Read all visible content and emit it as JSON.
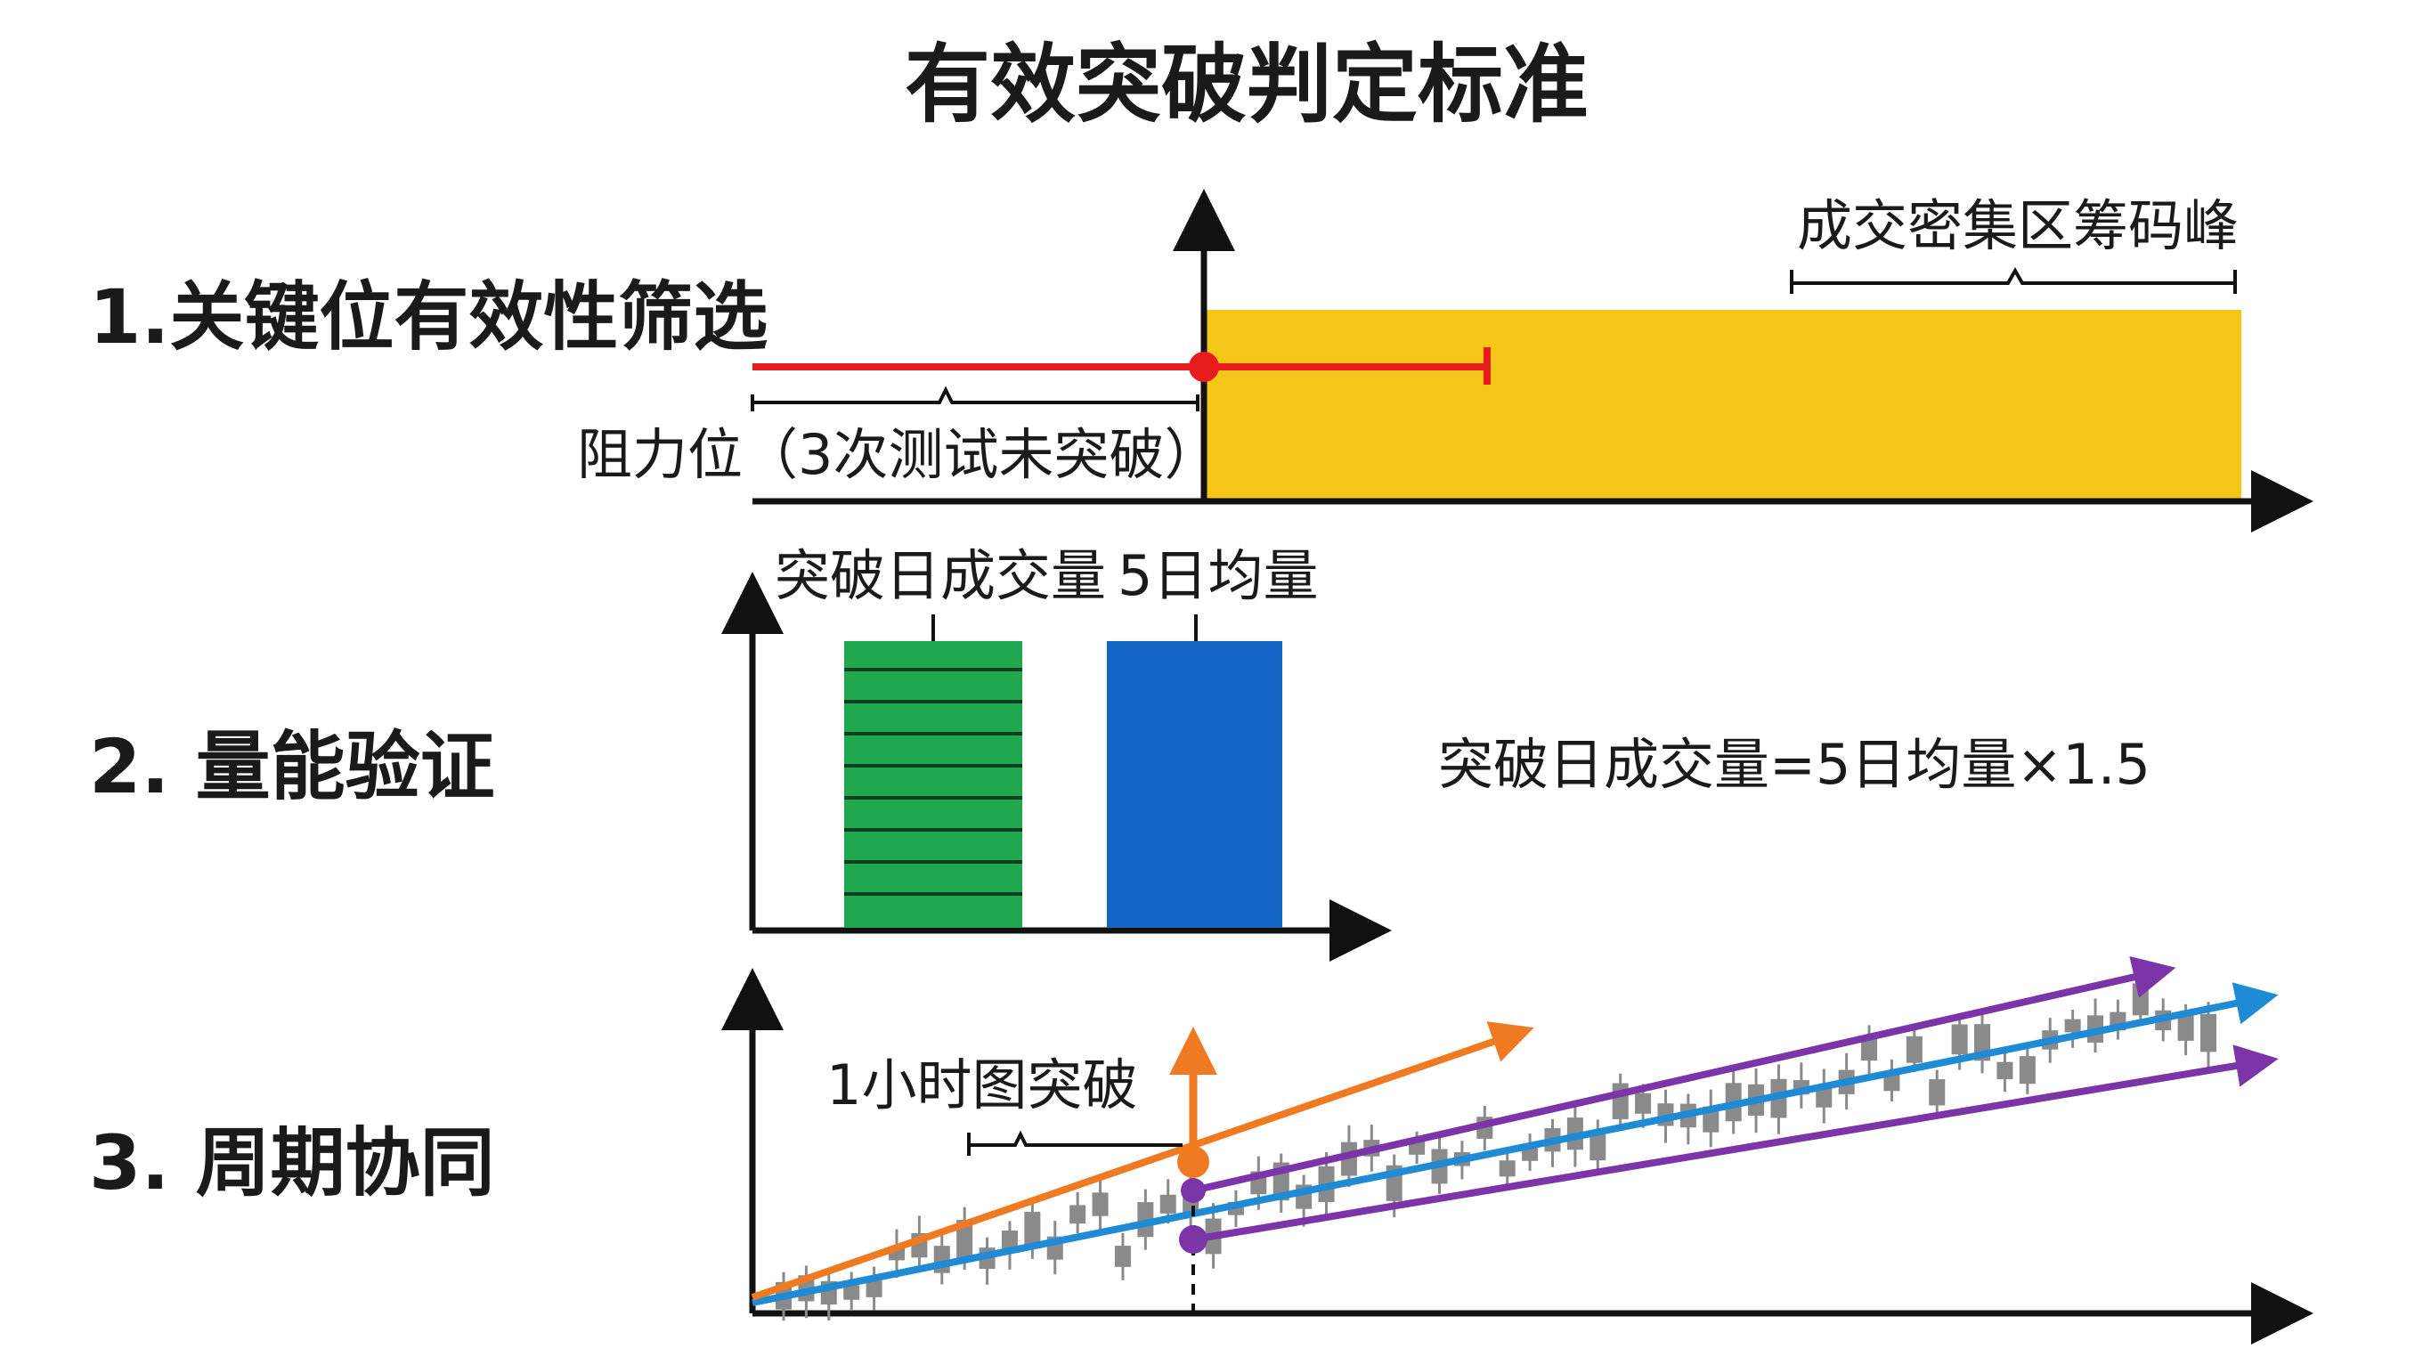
{
  "title": "有效突破判定标准",
  "sections": [
    {
      "label": "1.关键位有效性筛选",
      "resistance_label": "阻力位（3次测试未突破）",
      "chip_peak_label": "成交密集区筹码峰"
    },
    {
      "label": "2.  量能验证",
      "bar_labels": [
        "突破日成交量",
        "5日均量"
      ],
      "formula": "突破日成交量=5日均量×1.5"
    },
    {
      "label": "3.  周期协同",
      "breakout_label": "1小时图突破"
    }
  ],
  "colors": {
    "resistance": "#e81c1c",
    "chip_zone": "#f5c518",
    "volume_breakout": "#1fa84f",
    "volume_avg": "#1466c4",
    "trend_orange": "#f07a22",
    "trend_purple": "#7b35a8",
    "trend_blue": "#1f8bd6",
    "candles": "#8a8a8a",
    "axis": "#111111"
  }
}
